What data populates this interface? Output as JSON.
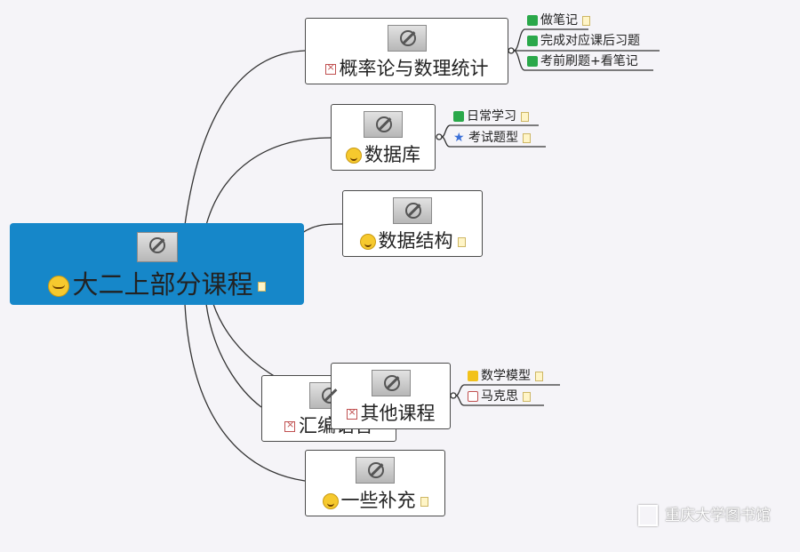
{
  "root": {
    "label": "大二上部分课程",
    "icon": "grinning-face-icon"
  },
  "branches": [
    {
      "key": "prob",
      "label": "概率论与数理统计",
      "icon": "red-x-icon",
      "children": [
        {
          "label": "做笔记",
          "icon": "pencil-icon"
        },
        {
          "label": "完成对应课后习题",
          "icon": "pencil-icon"
        },
        {
          "label": "考前刷题+看笔记",
          "icon": "pencil-icon"
        }
      ]
    },
    {
      "key": "db",
      "label": "数据库",
      "icon": "sleepy-face-icon",
      "children": [
        {
          "label": "日常学习",
          "icon": "expand-icon"
        },
        {
          "label": "考试题型",
          "icon": "star-icon"
        }
      ]
    },
    {
      "key": "ds",
      "label": "数据结构",
      "icon": "neutral-face-icon",
      "children": []
    },
    {
      "key": "asm",
      "label": "汇编语言",
      "icon": "red-x-icon",
      "children": []
    },
    {
      "key": "other",
      "label": "其他课程",
      "icon": "red-x-icon",
      "children": [
        {
          "label": "数学模型",
          "icon": "trophy-icon"
        },
        {
          "label": "马克思",
          "icon": "red-x-icon"
        }
      ]
    },
    {
      "key": "extra",
      "label": "一些补充",
      "icon": "smiling-face-icon",
      "children": []
    }
  ],
  "watermark": "重庆大学图书馆",
  "colors": {
    "root_bg": "#1687c9",
    "background": "#f5f4f8",
    "line": "#333333"
  }
}
